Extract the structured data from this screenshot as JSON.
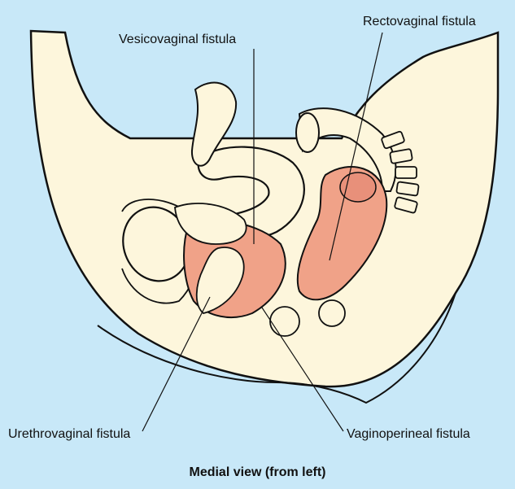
{
  "labels": {
    "vesicovaginal": "Vesicovaginal fistula",
    "rectovaginal": "Rectovaginal fistula",
    "urethrovaginal": "Urethrovaginal fistula",
    "vaginoperineal": "Vaginoperineal fistula"
  },
  "caption": "Medial view (from left)",
  "colors": {
    "background": "#c8e8f8",
    "tissue": "#fdf6dc",
    "vagina_rectum": "#f0a288",
    "outline": "#111111"
  }
}
